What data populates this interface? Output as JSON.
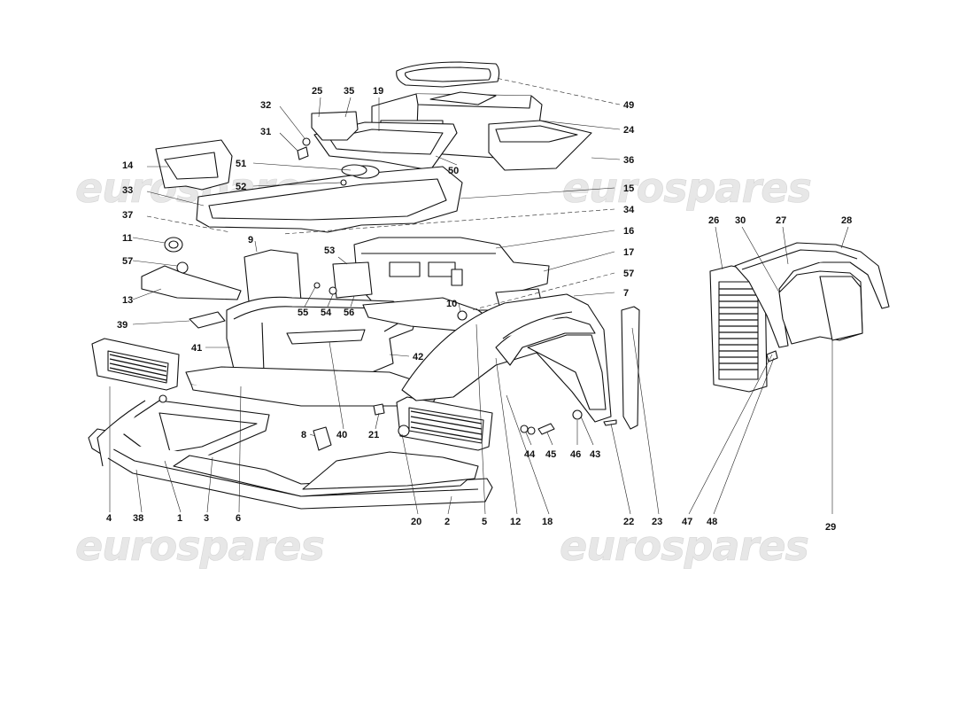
{
  "watermark": "eurospares",
  "callouts": {
    "n1": "1",
    "n2": "2",
    "n3": "3",
    "n4": "4",
    "n5": "5",
    "n6": "6",
    "n7": "7",
    "n8": "8",
    "n9": "9",
    "n10": "10",
    "n11": "11",
    "n12": "12",
    "n13": "13",
    "n14": "14",
    "n15": "15",
    "n16": "16",
    "n17": "17",
    "n18": "18",
    "n19": "19",
    "n20": "20",
    "n21": "21",
    "n22": "22",
    "n23": "23",
    "n24": "24",
    "n25": "25",
    "n26": "26",
    "n27": "27",
    "n28": "28",
    "n29": "29",
    "n30": "30",
    "n31": "31",
    "n32": "32",
    "n33": "33",
    "n34": "34",
    "n35": "35",
    "n36": "36",
    "n37": "37",
    "n38": "38",
    "n39": "39",
    "n40": "40",
    "n41": "41",
    "n42": "42",
    "n43": "43",
    "n44": "44",
    "n45": "45",
    "n46": "46",
    "n47": "47",
    "n48": "48",
    "n49": "49",
    "n50": "50",
    "n51": "51",
    "n52": "52",
    "n53": "53",
    "n54": "54",
    "n55": "55",
    "n56": "56",
    "n57a": "57",
    "n57b": "57"
  }
}
